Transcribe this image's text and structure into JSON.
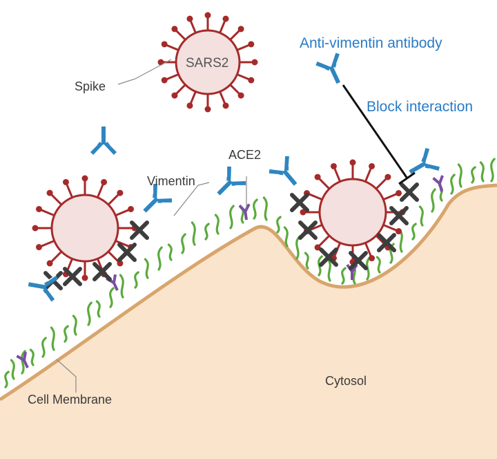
{
  "labels": {
    "spike": "Spike",
    "sars2": "SARS2",
    "antibody": "Anti-vimentin antibody",
    "block": "Block interaction",
    "ace2": "ACE2",
    "vimentin": "Vimentin",
    "membrane": "Cell Membrane",
    "cytosol": "Cytosol"
  },
  "colors": {
    "cytosol": "#fbe4cc",
    "membrane": "#d8a56c",
    "vimentin": "#5aaa3c",
    "ace2": "#7b4ea3",
    "virus_fill": "#f3e0df",
    "virus_outline": "#a52a2a",
    "antibody": "#2e86c1",
    "block_x": "#3d3d3d",
    "text_blue": "#2a7bc6",
    "text_dark": "#3a3a3a"
  },
  "icons": [
    "virus-icon",
    "antibody-icon",
    "ace2-receptor-icon",
    "vimentin-filament-icon",
    "block-x-icon",
    "inhibition-line-icon"
  ]
}
